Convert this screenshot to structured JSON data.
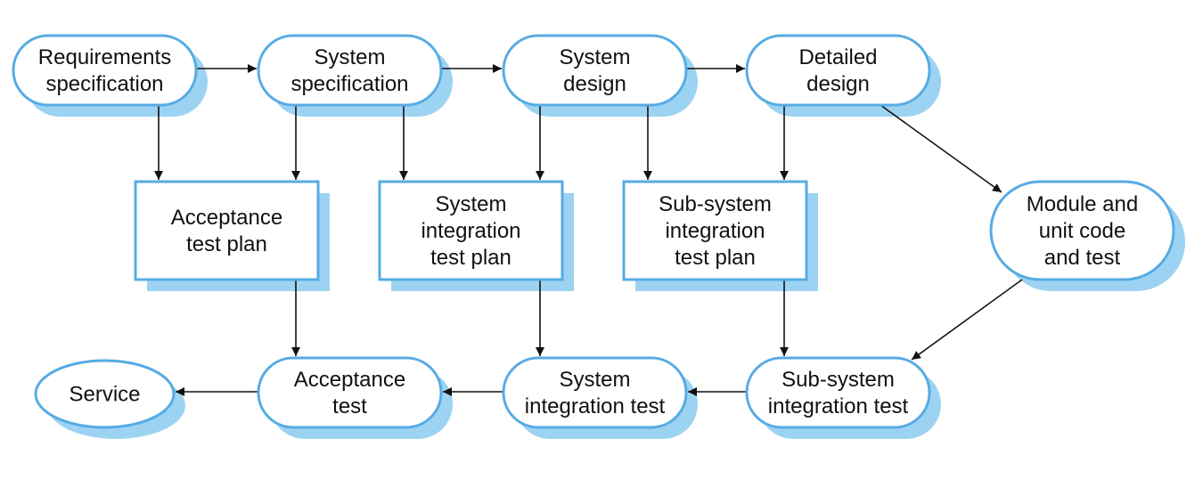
{
  "colors": {
    "node_fill": "#ffffff",
    "node_stroke": "#56abe4",
    "shadow": "#9dd3f2",
    "edge": "#111111",
    "text": "#111111"
  },
  "nodes": [
    {
      "id": "requirements-specification",
      "shape": "stadium",
      "lines": [
        "Requirements",
        "specification"
      ]
    },
    {
      "id": "system-specification",
      "shape": "stadium",
      "lines": [
        "System",
        "specification"
      ]
    },
    {
      "id": "system-design",
      "shape": "stadium",
      "lines": [
        "System",
        "design"
      ]
    },
    {
      "id": "detailed-design",
      "shape": "stadium",
      "lines": [
        "Detailed",
        "design"
      ]
    },
    {
      "id": "acceptance-test-plan",
      "shape": "rect",
      "lines": [
        "Acceptance",
        "test plan"
      ]
    },
    {
      "id": "system-integration-test-plan",
      "shape": "rect",
      "lines": [
        "System",
        "integration",
        "test plan"
      ]
    },
    {
      "id": "sub-system-integration-test-plan",
      "shape": "rect",
      "lines": [
        "Sub-system",
        "integration",
        "test plan"
      ]
    },
    {
      "id": "module-and-unit-code-and-test",
      "shape": "stadium",
      "lines": [
        "Module and",
        "unit code",
        "and test"
      ]
    },
    {
      "id": "service",
      "shape": "ellipse",
      "lines": [
        "Service"
      ]
    },
    {
      "id": "acceptance-test",
      "shape": "stadium",
      "lines": [
        "Acceptance",
        "test"
      ]
    },
    {
      "id": "system-integration-test",
      "shape": "stadium",
      "lines": [
        "System",
        "integration test"
      ]
    },
    {
      "id": "sub-system-integration-test",
      "shape": "stadium",
      "lines": [
        "Sub-system",
        "integration test"
      ]
    }
  ],
  "edges": [
    {
      "from": "requirements-specification",
      "to": "system-specification"
    },
    {
      "from": "system-specification",
      "to": "system-design"
    },
    {
      "from": "system-design",
      "to": "detailed-design"
    },
    {
      "from": "requirements-specification",
      "to": "acceptance-test-plan"
    },
    {
      "from": "system-specification",
      "to": "acceptance-test-plan"
    },
    {
      "from": "system-specification",
      "to": "system-integration-test-plan"
    },
    {
      "from": "system-design",
      "to": "system-integration-test-plan"
    },
    {
      "from": "system-design",
      "to": "sub-system-integration-test-plan"
    },
    {
      "from": "detailed-design",
      "to": "sub-system-integration-test-plan"
    },
    {
      "from": "detailed-design",
      "to": "module-and-unit-code-and-test"
    },
    {
      "from": "module-and-unit-code-and-test",
      "to": "sub-system-integration-test"
    },
    {
      "from": "acceptance-test-plan",
      "to": "acceptance-test"
    },
    {
      "from": "system-integration-test-plan",
      "to": "system-integration-test"
    },
    {
      "from": "sub-system-integration-test-plan",
      "to": "sub-system-integration-test"
    },
    {
      "from": "sub-system-integration-test",
      "to": "system-integration-test"
    },
    {
      "from": "system-integration-test",
      "to": "acceptance-test"
    },
    {
      "from": "acceptance-test",
      "to": "service"
    }
  ]
}
